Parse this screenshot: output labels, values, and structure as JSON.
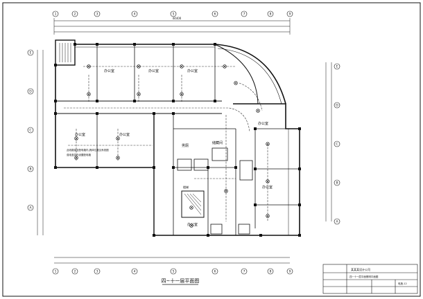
{
  "drawing": {
    "title": "四~十一层平面图",
    "room_label": "办公室",
    "wc_label": "男厕",
    "storage_label": "储藏间",
    "stair_label": "楼梯",
    "notes": [
      "此线路接至配电箱内,具体位置见系统图",
      "强电竖井内设置配电箱"
    ],
    "axis_left": [
      "E",
      "D",
      "C",
      "B",
      "A"
    ],
    "axis_top": [
      "1",
      "2",
      "3",
      "4",
      "5",
      "6",
      "7",
      "8",
      "9"
    ],
    "overall_dim": "44400",
    "title_block": {
      "project": "某某某设计公司",
      "drawing_name": "四~十一层平面照明平面图",
      "drawing_no": "电施-12"
    }
  },
  "colors": {
    "line": "#111111",
    "wall": "#222222",
    "wire": "#333333"
  }
}
